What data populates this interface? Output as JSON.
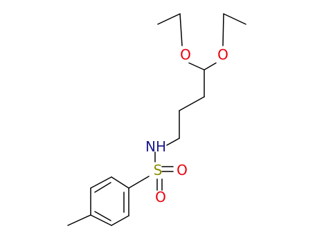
{
  "molecule": {
    "atoms": {
      "o1": "O",
      "o2": "O",
      "nh": "NH",
      "s": "S",
      "o3": "O",
      "o4": "O"
    }
  },
  "colors": {
    "bond": "#000000",
    "oxygen": "#e8000b",
    "nitrogen": "#1a1a8c",
    "sulfur": "#8b8b00"
  }
}
